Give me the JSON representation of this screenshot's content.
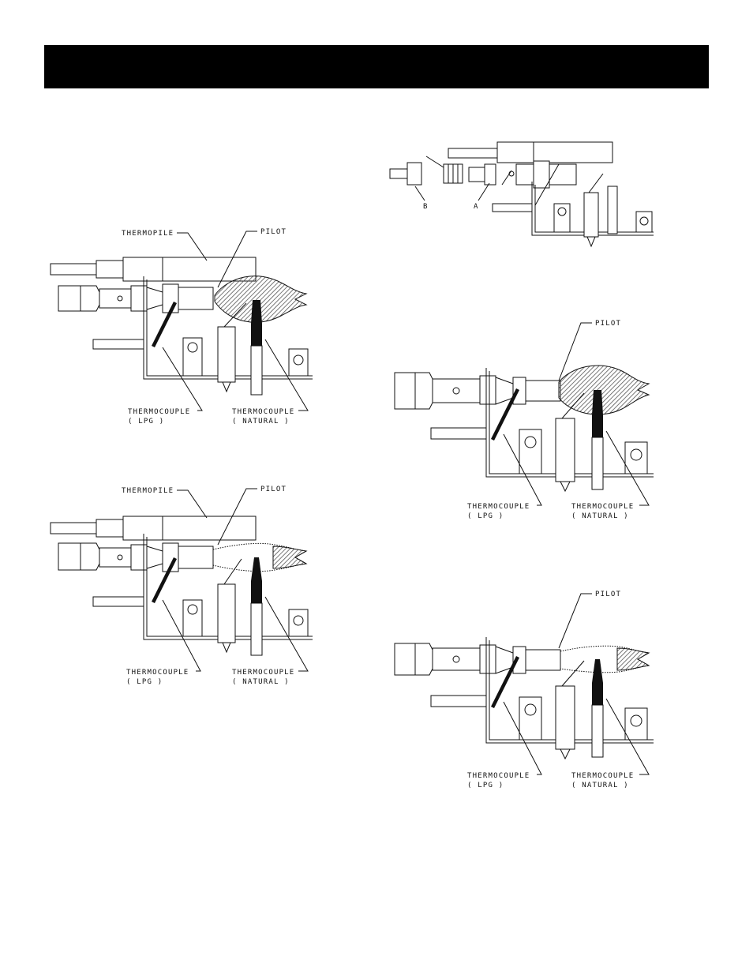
{
  "header": {
    "title": ""
  },
  "colors": {
    "header_bar": "#000000",
    "ink": "#111111",
    "flame_hatch": "#555555"
  },
  "figures": {
    "fig1": {
      "thermopile": "THERMOPILE",
      "pilot": "PILOT",
      "tc_lpg_1": "THERMOCOUPLE",
      "tc_lpg_2": "( LPG )",
      "tc_nat_1": "THERMOCOUPLE",
      "tc_nat_2": "( NATURAL )"
    },
    "fig2": {
      "thermopile": "THERMOPILE",
      "pilot": "PILOT",
      "tc_lpg_1": "THERMOCOUPLE",
      "tc_lpg_2": "( LPG )",
      "tc_nat_1": "THERMOCOUPLE",
      "tc_nat_2": "( NATURAL )"
    },
    "fig3": {
      "label_b": "B",
      "label_a": "A"
    },
    "fig4": {
      "pilot": "PILOT",
      "tc_lpg_1": "THERMOCOUPLE",
      "tc_lpg_2": "( LPG )",
      "tc_nat_1": "THERMOCOUPLE",
      "tc_nat_2": "( NATURAL )"
    },
    "fig5": {
      "pilot": "PILOT",
      "tc_lpg_1": "THERMOCOUPLE",
      "tc_lpg_2": "( LPG )",
      "tc_nat_1": "THERMOCOUPLE",
      "tc_nat_2": "( NATURAL )"
    }
  }
}
